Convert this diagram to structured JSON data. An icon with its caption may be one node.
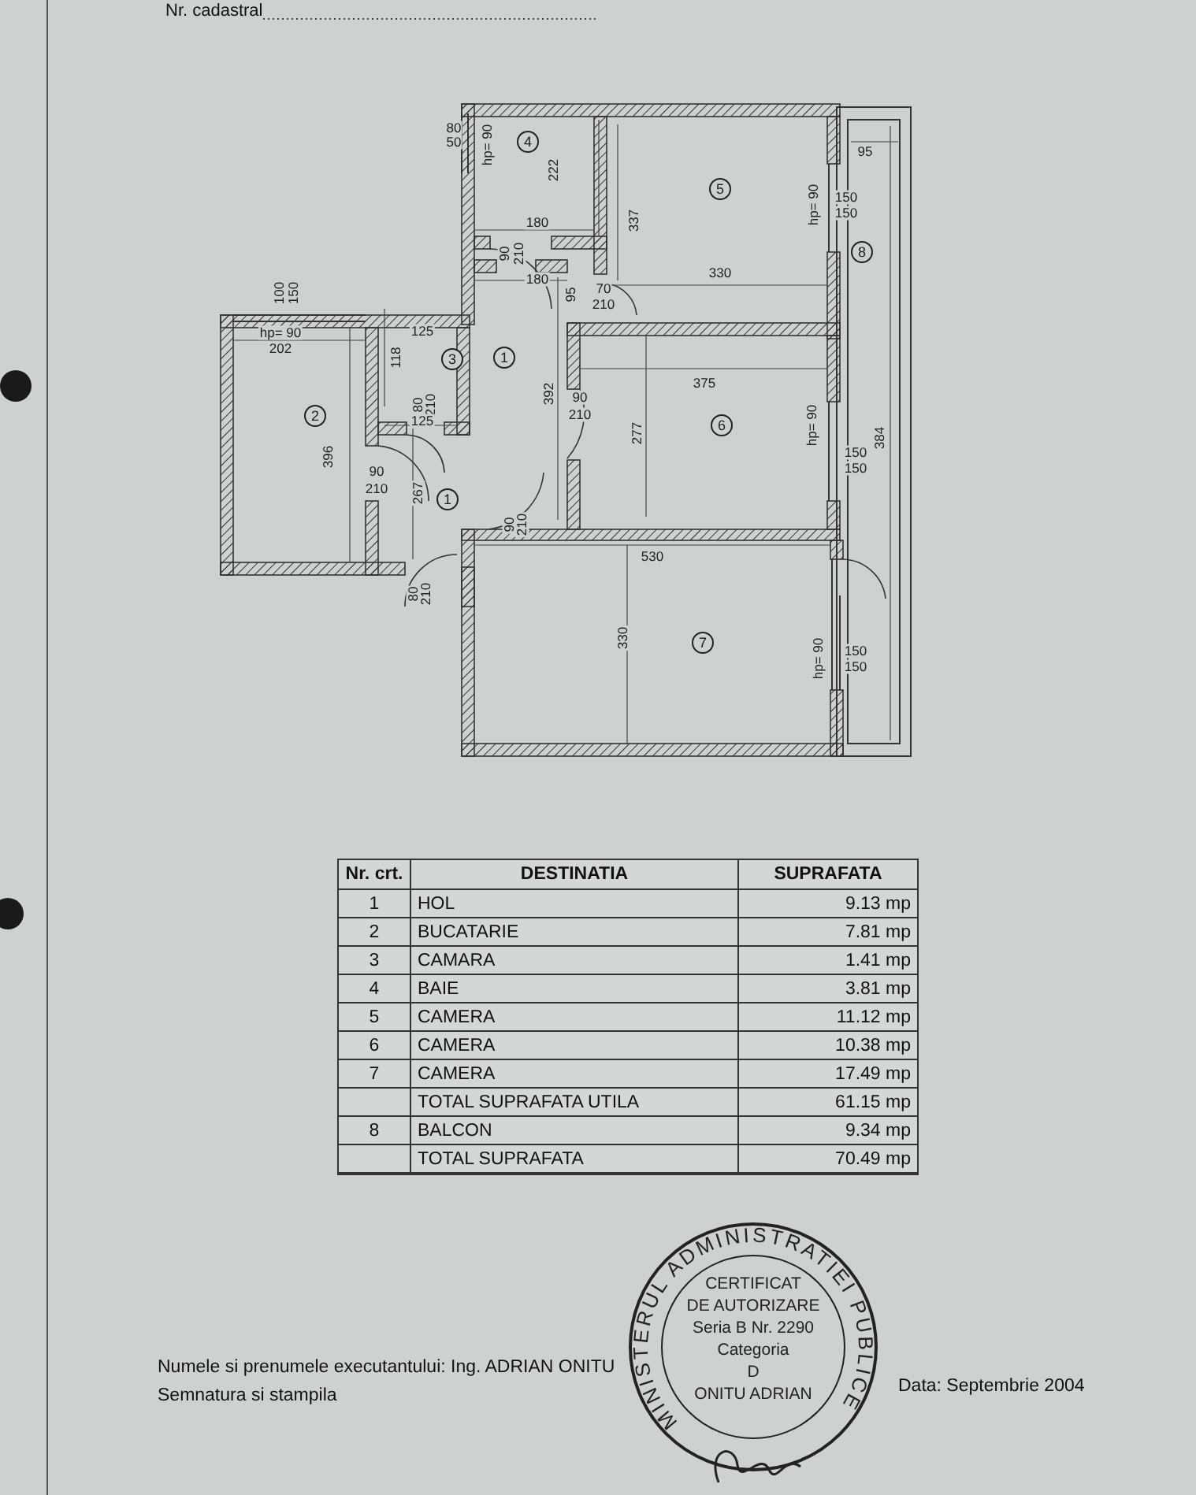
{
  "diagram": {
    "nodes": [
      {
        "text": [
          "4"
        ]
      },
      {
        "text": [
          "5"
        ]
      },
      {
        "text": [
          "8"
        ]
      },
      {
        "text": [
          "1"
        ]
      },
      {
        "text": [
          "3"
        ]
      },
      {
        "text": [
          "2"
        ]
      },
      {
        "text": [
          "6"
        ]
      },
      {
        "text": [
          "1"
        ]
      },
      {
        "text": [
          "7"
        ]
      }
    ],
    "labels": [
      "Nr. cadastral",
      "80",
      "50",
      "hp= 90",
      "222",
      "180",
      "90",
      "210",
      "180",
      "95",
      "70",
      "210",
      "337",
      "330",
      "hp= 90",
      "95",
      "150",
      "150",
      "100",
      "150",
      "hp= 90",
      "202",
      "125",
      "118",
      "80",
      "210",
      "125",
      "392",
      "90",
      "210",
      "375",
      "277",
      "hp= 90",
      "150",
      "150",
      "384",
      "396",
      "90",
      "210",
      "267",
      "90",
      "210",
      "80",
      "210",
      "530",
      "330",
      "hp= 90",
      "150",
      "150",
      "Nr. crt.",
      "DESTINATIA",
      "SUPRAFATA",
      "1",
      "HOL",
      "9.13 mp",
      "2",
      "BUCATARIE",
      "7.81 mp",
      "3",
      "CAMARA",
      "1.41 mp",
      "4",
      "BAIE",
      "3.81 mp",
      "5",
      "CAMERA",
      "11.12 mp",
      "6",
      "CAMERA",
      "10.38 mp",
      "7",
      "CAMERA",
      "17.49 mp",
      "TOTAL SUPRAFATA UTILA",
      "61.15 mp",
      "8",
      "BALCON",
      "9.34 mp",
      "TOTAL SUPRAFATA",
      "70.49 mp",
      "Numele si prenumele executantului: Ing. ADRIAN ONITU",
      "Semnatura si stampila",
      "Data: Septembrie 2004",
      "MINISTERUL ADMINISTRATIEI PUBLICE",
      "CERTIFICAT",
      "DE AUTORIZARE",
      "Seria B Nr. 2290",
      "Categoria",
      "D",
      "ONITU ADRIAN"
    ]
  }
}
